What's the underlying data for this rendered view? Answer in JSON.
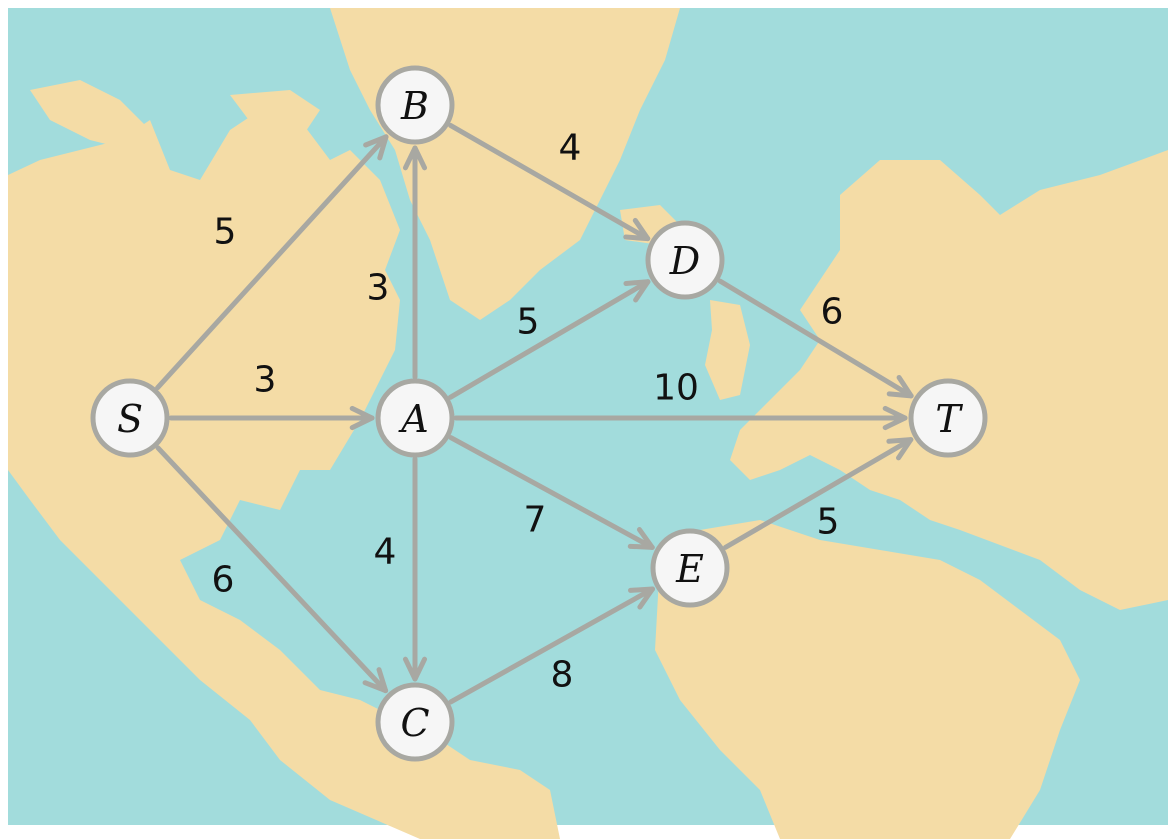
{
  "colors": {
    "ocean": "#a2dcdc",
    "land": "#f4dca6",
    "edge": "#a8a8a2",
    "node_fill": "#f6f6f6",
    "text": "#111111"
  },
  "graph": {
    "nodes": [
      {
        "id": "S",
        "label": "S"
      },
      {
        "id": "A",
        "label": "A"
      },
      {
        "id": "B",
        "label": "B"
      },
      {
        "id": "C",
        "label": "C"
      },
      {
        "id": "D",
        "label": "D"
      },
      {
        "id": "E",
        "label": "E"
      },
      {
        "id": "T",
        "label": "T"
      }
    ],
    "edges": [
      {
        "from": "S",
        "to": "B",
        "weight": "5"
      },
      {
        "from": "S",
        "to": "A",
        "weight": "3"
      },
      {
        "from": "S",
        "to": "C",
        "weight": "6"
      },
      {
        "from": "A",
        "to": "B",
        "weight": "3"
      },
      {
        "from": "A",
        "to": "C",
        "weight": "4"
      },
      {
        "from": "A",
        "to": "D",
        "weight": "5"
      },
      {
        "from": "A",
        "to": "T",
        "weight": "10"
      },
      {
        "from": "A",
        "to": "E",
        "weight": "7"
      },
      {
        "from": "B",
        "to": "D",
        "weight": "4"
      },
      {
        "from": "C",
        "to": "E",
        "weight": "8"
      },
      {
        "from": "D",
        "to": "T",
        "weight": "6"
      },
      {
        "from": "E",
        "to": "T",
        "weight": "5"
      }
    ]
  }
}
